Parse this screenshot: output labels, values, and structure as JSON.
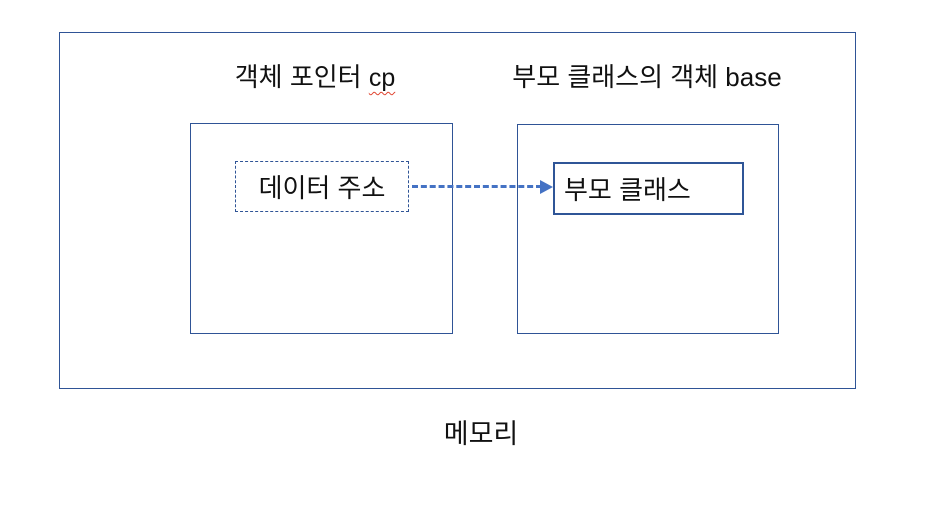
{
  "colors": {
    "background": "#ffffff",
    "frame_border": "#2f5496",
    "solid_box_border": "#2f5597",
    "accent_blue": "#4472c4",
    "spellcheck": "#e0442f",
    "text": "#111111"
  },
  "memory_frame": {
    "caption": "메모리"
  },
  "pointer_region": {
    "title_korean": "객체 포인터 ",
    "title_latin": "cp",
    "value_box_label": "데이터 주소"
  },
  "object_region": {
    "title": "부모 클래스의 객체 base",
    "value_box_label": "부모 클래스"
  },
  "connector": {
    "style": "dashed-arrow",
    "from": "데이터 주소",
    "to": "부모 클래스"
  }
}
